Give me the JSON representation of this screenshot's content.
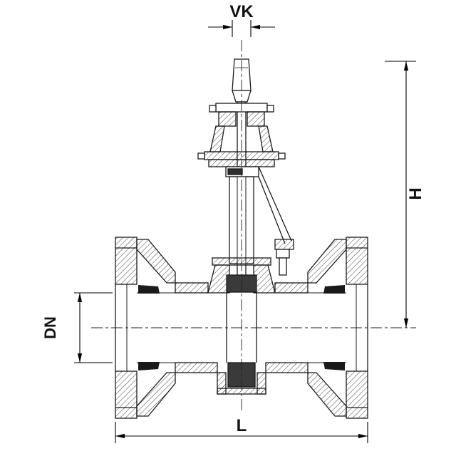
{
  "diagram": {
    "type": "technical-drawing",
    "subject": "gate valve cross-section with dimension callouts",
    "background": "#ffffff",
    "line_color": "#1a1a1a",
    "gate_fill": "#3a3a3a",
    "labels": {
      "vk": "VK",
      "h": "H",
      "dn": "DN",
      "l": "L"
    }
  }
}
